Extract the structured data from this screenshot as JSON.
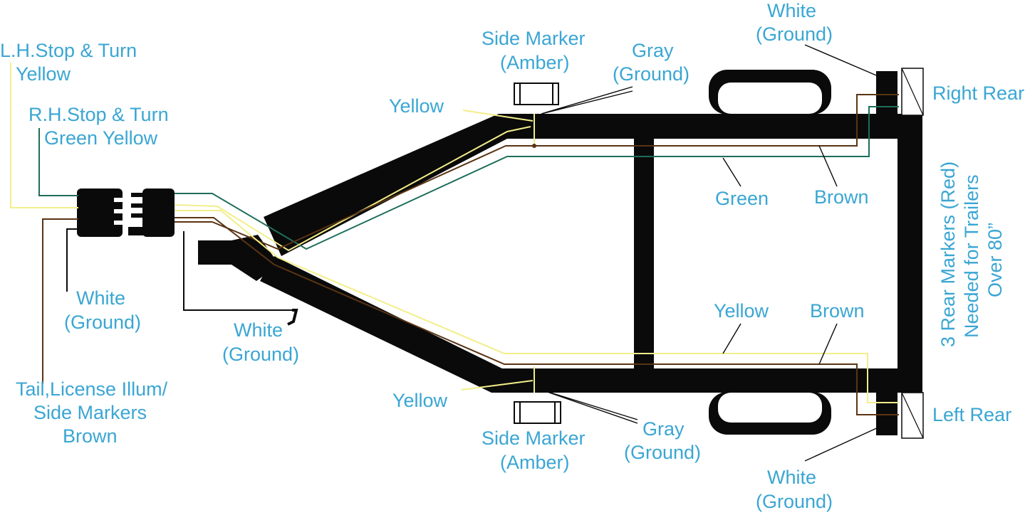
{
  "colors": {
    "frame": "#0a0a0a",
    "label": "#3aa6d3",
    "wire_yellow": "#f2ee8a",
    "wire_green": "#1e6e5a",
    "wire_brown": "#5a3414",
    "wire_white": "#0a0a0a"
  },
  "labels": {
    "lh_stop_turn_1": "L.H.Stop & Turn",
    "lh_stop_turn_2": "Yellow",
    "rh_stop_turn_1": "R.H.Stop & Turn",
    "rh_stop_turn_2": "Green Yellow",
    "white_ground_connector_1": "White",
    "white_ground_connector_2": "(Ground)",
    "tail_1": "Tail,License Illum/",
    "tail_2": "Side Markers",
    "tail_3": "Brown",
    "white_ground_tongue_1": "White",
    "white_ground_tongue_2": "(Ground)",
    "yellow_top": "Yellow",
    "yellow_bottom": "Yellow",
    "side_marker_top_1": "Side Marker",
    "side_marker_top_2": "(Amber)",
    "side_marker_bottom_1": "Side Marker",
    "side_marker_bottom_2": "(Amber)",
    "gray_ground_top_1": "Gray",
    "gray_ground_top_2": "(Ground)",
    "gray_ground_bottom_1": "Gray",
    "gray_ground_bottom_2": "(Ground)",
    "white_ground_top_1": "White",
    "white_ground_top_2": "(Ground)",
    "white_ground_bottom_1": "White",
    "white_ground_bottom_2": "(Ground)",
    "right_rear": "Right Rear",
    "left_rear": "Left Rear",
    "green": "Green",
    "brown_top": "Brown",
    "yellow_mid": "Yellow",
    "brown_mid": "Brown",
    "rear_markers_1": "3 Rear Markers (Red)",
    "rear_markers_2": "Needed for Trailers",
    "rear_markers_3": "Over 80”"
  }
}
